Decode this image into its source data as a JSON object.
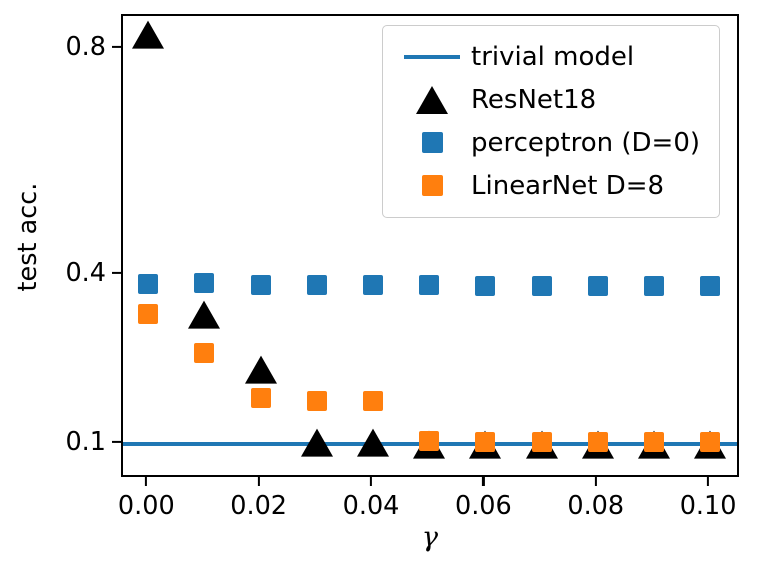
{
  "chart_data": {
    "type": "scatter",
    "title": "",
    "xlabel": "γ",
    "ylabel": "test acc.",
    "xlim": [
      -0.0045,
      0.1055
    ],
    "ylim": [
      0.0385,
      0.8585
    ],
    "xticks": [
      0.0,
      0.02,
      0.04,
      0.06,
      0.08,
      0.1
    ],
    "xticklabels": [
      "0.00",
      "0.02",
      "0.04",
      "0.06",
      "0.08",
      "0.10"
    ],
    "yticks": [
      0.8,
      0.4,
      0.1
    ],
    "yticklabels": [
      "0.8",
      "0.4",
      "0.1"
    ],
    "grid": false,
    "legend_position": "upper right",
    "x": [
      0.0,
      0.01,
      0.02,
      0.03,
      0.04,
      0.05,
      0.06,
      0.07,
      0.08,
      0.09,
      0.1
    ],
    "series": [
      {
        "name": "trivial model",
        "marker": "line",
        "color": "#1f77b4",
        "type": "hline",
        "value": 0.1
      },
      {
        "name": "ResNet18",
        "marker": "triangle",
        "color": "#000000",
        "values": [
          0.823,
          0.327,
          0.229,
          0.1,
          0.1,
          0.097,
          0.097,
          0.097,
          0.097,
          0.097,
          0.097
        ]
      },
      {
        "name": "perceptron (D=0)",
        "marker": "square",
        "color": "#1f77b4",
        "values": [
          0.383,
          0.385,
          0.382,
          0.382,
          0.382,
          0.382,
          0.381,
          0.381,
          0.381,
          0.381,
          0.381
        ]
      },
      {
        "name": "LinearNet D=8",
        "marker": "square",
        "color": "#ff7f0e",
        "values": [
          0.331,
          0.262,
          0.182,
          0.177,
          0.177,
          0.105,
          0.104,
          0.104,
          0.104,
          0.104,
          0.104
        ]
      }
    ]
  },
  "legend": {
    "entries": [
      {
        "label": "trivial model",
        "key": "line-key",
        "color": "#1f77b4"
      },
      {
        "label": "ResNet18",
        "key": "triangle-key",
        "color": "#000000"
      },
      {
        "label": "perceptron (D=0)",
        "key": "square-key",
        "color": "#1f77b4"
      },
      {
        "label": "LinearNet D=8",
        "key": "square-key",
        "color": "#ff7f0e"
      }
    ]
  },
  "axes": {
    "xlabel": "γ",
    "ylabel": "test acc.",
    "xticklabels": [
      "0.00",
      "0.02",
      "0.04",
      "0.06",
      "0.08",
      "0.10"
    ],
    "yticklabels": [
      "0.8",
      "0.4",
      "0.1"
    ]
  }
}
